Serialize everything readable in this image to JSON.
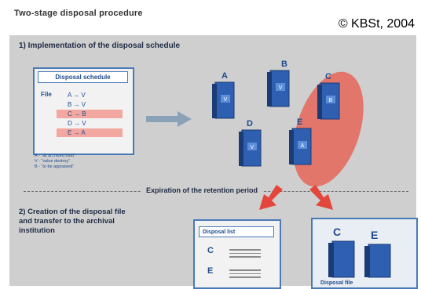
{
  "title": "Two-stage disposal procedure",
  "copyright": "© KBSt, 2004",
  "section1": "1) Implementation of the disposal schedule",
  "schedule": {
    "title": "Disposal schedule",
    "file_label": "File",
    "rows": [
      {
        "text": "A  → V",
        "highlight": false
      },
      {
        "text": "B  → V",
        "highlight": false
      },
      {
        "text": "C  → B",
        "highlight": true
      },
      {
        "text": "D  → V",
        "highlight": false
      },
      {
        "text": "E  → A",
        "highlight": true
      }
    ],
    "legend": [
      "A - “all archived total”",
      "V - “value destroy”",
      "B - “to be appraised”"
    ]
  },
  "binders": [
    {
      "label": "A",
      "code": "V"
    },
    {
      "label": "B",
      "code": "V"
    },
    {
      "label": "C",
      "code": "B"
    },
    {
      "label": "D",
      "code": "V"
    },
    {
      "label": "E",
      "code": "A"
    }
  ],
  "expiry_text": "Expiration of the retention period",
  "section2": [
    "2) Creation of the disposal file",
    " and transfer to the archival",
    "institution"
  ],
  "disposal_list": {
    "title": "Disposal list",
    "items": [
      "C",
      "E"
    ]
  },
  "disposal_file": {
    "labels": [
      "C",
      "E"
    ],
    "caption": "Disposal file"
  },
  "colors": {
    "panel": "#cfcfcf",
    "accent_blue": "#1f4c8f",
    "binder_blue": "#2f5fb0",
    "highlight_red": "#e8584a"
  }
}
